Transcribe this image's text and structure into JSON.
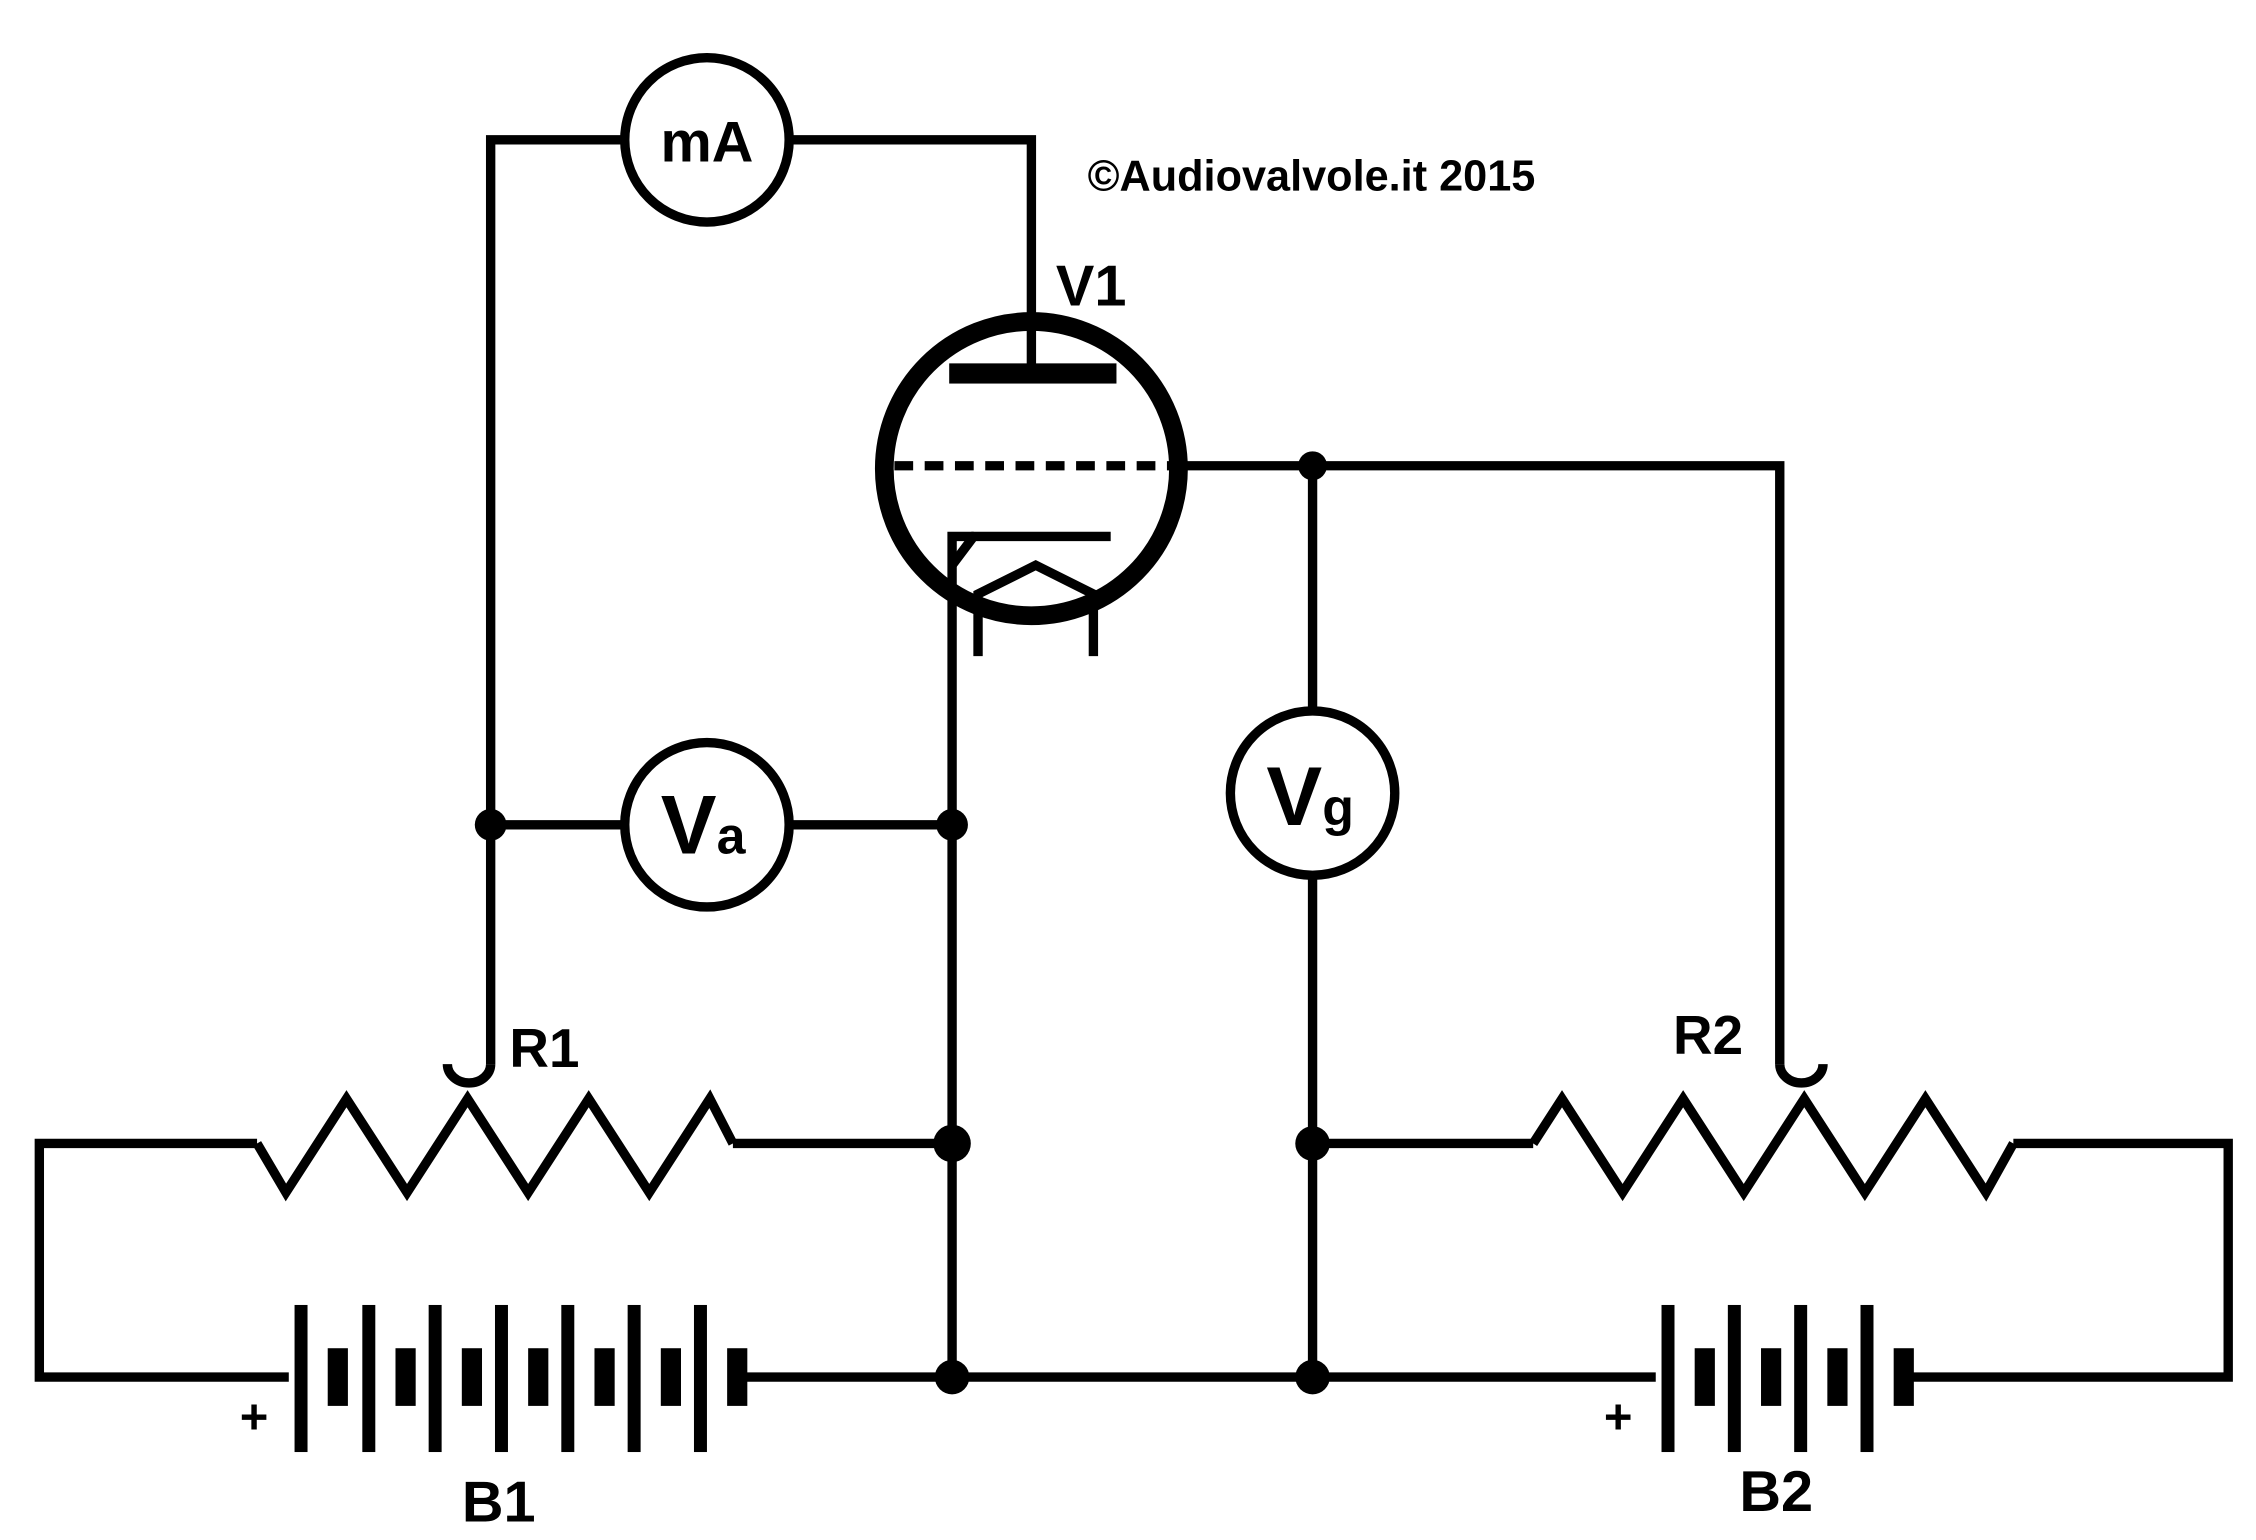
{
  "copyright": "©Audiovalvole.it 2015",
  "tube": {
    "label": "V1"
  },
  "meters": {
    "anode_current": {
      "label": "mA"
    },
    "anode_voltage": {
      "main": "V",
      "sub": "a"
    },
    "grid_voltage": {
      "main": "V",
      "sub": "g"
    }
  },
  "resistors": {
    "r1": "R1",
    "r2": "R2"
  },
  "batteries": {
    "b1": "B1",
    "b2": "B2",
    "plus": "+"
  }
}
